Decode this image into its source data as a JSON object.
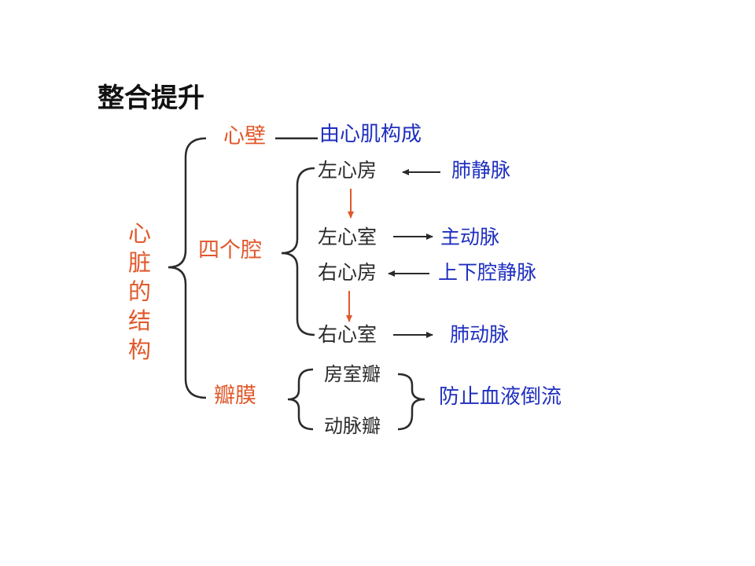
{
  "title": "整合提升",
  "root": [
    "心",
    "脏",
    "的",
    "结",
    "构"
  ],
  "branches": {
    "wall": "心壁",
    "chambers": "四个腔",
    "valves": "瓣膜"
  },
  "wall_desc": "由心肌构成",
  "chambers": {
    "left_atrium": "左心房",
    "left_ventricle": "左心室",
    "right_atrium": "右心房",
    "right_ventricle": "右心室"
  },
  "vessels": {
    "pulmonary_vein": "肺静脉",
    "aorta": "主动脉",
    "vena_cava": "上下腔静脉",
    "pulmonary_artery": "肺动脉"
  },
  "valves": {
    "av_valve": "房室瓣",
    "arterial_valve": "动脉瓣",
    "function": "防止血液倒流"
  },
  "colors": {
    "orange": "#e0582b",
    "blue": "#1f2fbf",
    "line": "#2a2a2a"
  }
}
